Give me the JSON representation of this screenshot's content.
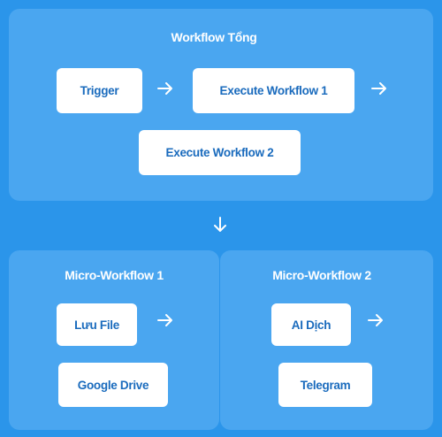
{
  "main": {
    "title": "Workflow Tổng",
    "nodes": {
      "trigger": "Trigger",
      "execute1": "Execute Workflow 1",
      "execute2": "Execute Workflow 2"
    }
  },
  "micro1": {
    "title": "Micro-Workflow 1",
    "nodes": {
      "save_file": "Lưu File",
      "google_drive": "Google Drive"
    }
  },
  "micro2": {
    "title": "Micro-Workflow 2",
    "nodes": {
      "ai_translate": "AI Dịch",
      "telegram": "Telegram"
    }
  },
  "colors": {
    "background": "#2b95ea",
    "panel": "#4aa6f0",
    "node_fill": "#ffffff",
    "node_text": "#1a6bbd",
    "arrow": "#ffffff"
  },
  "icons": {
    "right_arrow": "arrow-right-icon",
    "down_arrow": "arrow-down-icon"
  }
}
